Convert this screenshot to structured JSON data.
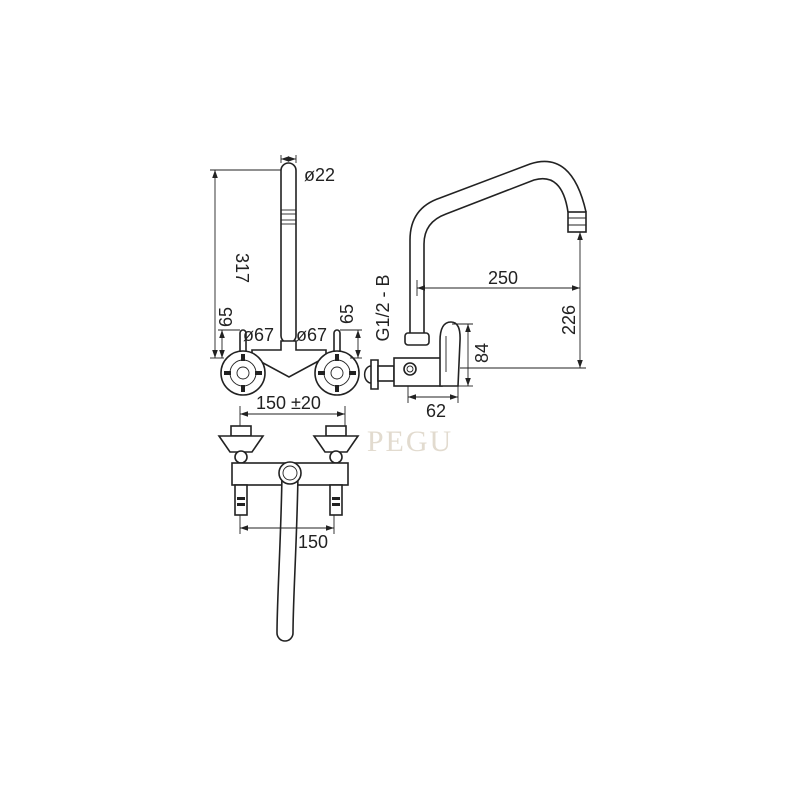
{
  "labels": {
    "spout_diameter": "ø22",
    "height_317": "317",
    "handle_left_height": "65",
    "handle_left_diameter": "ø67",
    "handle_right_diameter": "ø67",
    "handle_right_height": "65",
    "thread": "G1/2 - B",
    "reach": "250",
    "spout_height": "226",
    "body_height": "84",
    "body_depth": "62",
    "centers_adjustable": "150 ±20",
    "centers_bottom": "150"
  },
  "watermark": {
    "text": "PEGU"
  },
  "colors": {
    "line": "#222222",
    "watermark": "#e2dbcf",
    "background": "#ffffff"
  }
}
